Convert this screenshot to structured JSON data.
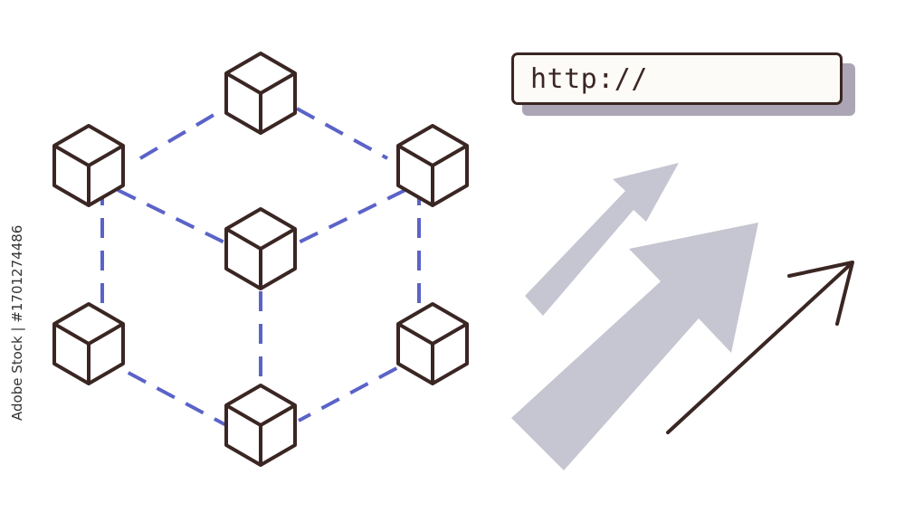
{
  "url_bar": {
    "text": "http://"
  },
  "watermark": {
    "text": "Adobe Stock"
  },
  "stock_id": "Adobe Stock | #1701274486",
  "colors": {
    "cube_stroke": "#3a2623",
    "link_dash": "#5b63c8",
    "arrow_fill": "#c6c6d2",
    "url_shadow": "#aba5b6"
  },
  "icons": [
    "cube-node-icon",
    "arrow-icon"
  ]
}
